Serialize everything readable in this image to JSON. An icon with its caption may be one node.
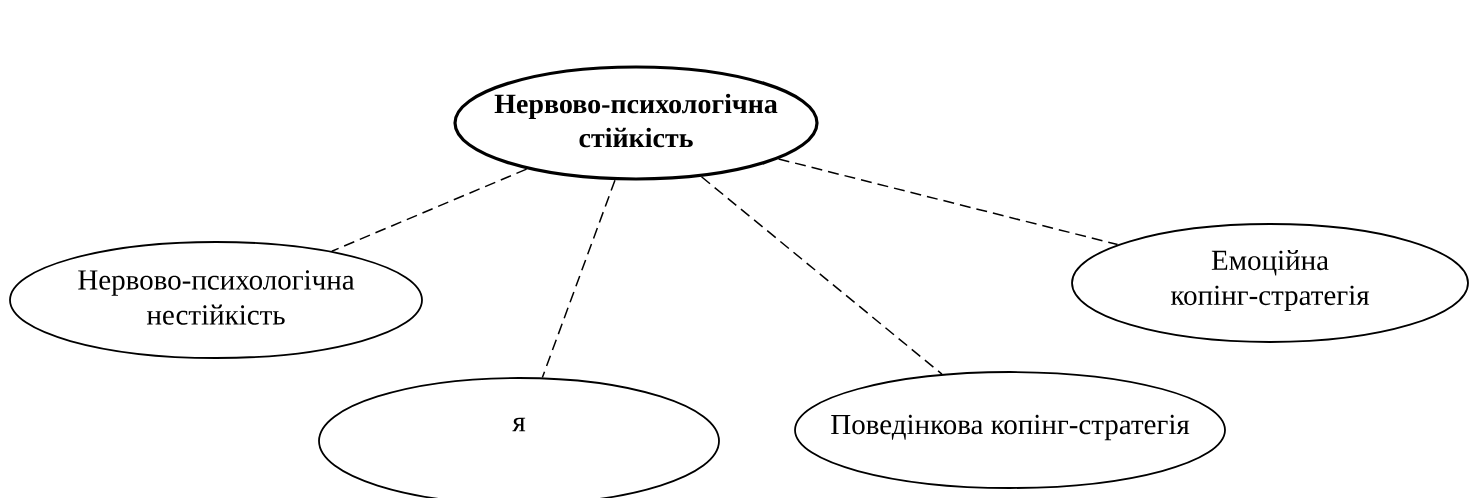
{
  "diagram": {
    "nodes": [
      {
        "text": [
          "Нервово-психологічна стійкість"
        ]
      },
      {
        "text": [
          "Нервово-психологічна нестійкість"
        ]
      },
      {
        "text": [
          "я"
        ]
      },
      {
        "text": [
          "Поведінкова копінг-стратегія"
        ]
      },
      {
        "text": [
          "Емоційна копінг-стратегія"
        ]
      }
    ],
    "edges": [
      {
        "from": 0,
        "to": 1,
        "arrow": "none",
        "style": "dashed"
      },
      {
        "from": 0,
        "to": 2,
        "arrow": "none",
        "style": "dashed"
      },
      {
        "from": 0,
        "to": 3,
        "arrow": "none",
        "style": "dashed"
      },
      {
        "from": 0,
        "to": 4,
        "arrow": "none",
        "style": "dashed"
      }
    ]
  }
}
